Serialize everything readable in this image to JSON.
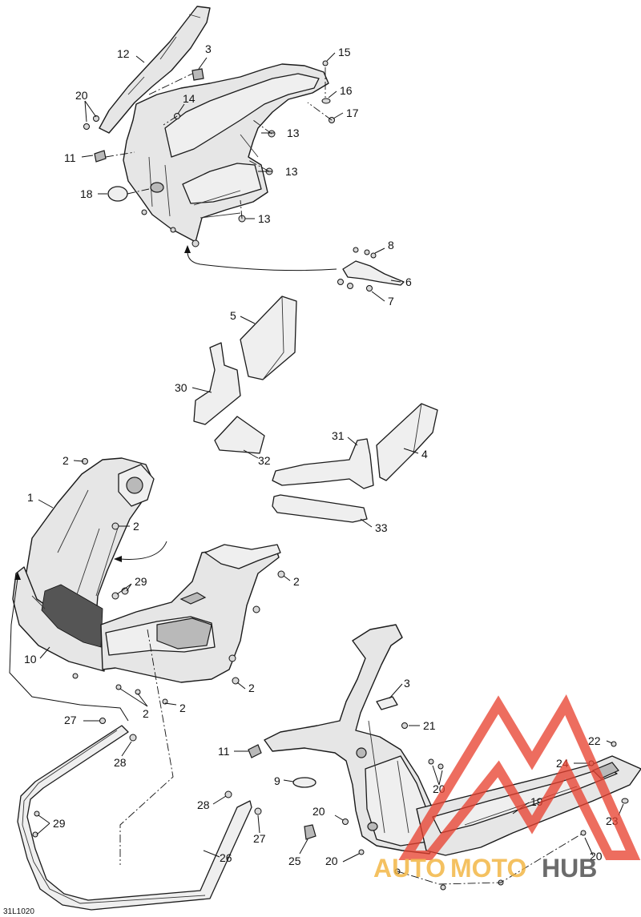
{
  "diagram": {
    "reference_code": "31L1020",
    "watermark": {
      "text_auto": "AUTO",
      "text_moto": "MOTO",
      "text_hub": "HUB",
      "accent_color": "#f2b33d",
      "logo_color": "#e8412f",
      "hub_color": "#4a4a4a"
    },
    "callouts": [
      {
        "id": "c12a",
        "label": "12"
      },
      {
        "id": "c3a",
        "label": "3"
      },
      {
        "id": "c15",
        "label": "15"
      },
      {
        "id": "c16",
        "label": "16"
      },
      {
        "id": "c20a",
        "label": "20"
      },
      {
        "id": "c14",
        "label": "14"
      },
      {
        "id": "c17",
        "label": "17"
      },
      {
        "id": "c13a",
        "label": "13"
      },
      {
        "id": "c11a",
        "label": "11"
      },
      {
        "id": "c13b",
        "label": "13"
      },
      {
        "id": "c18",
        "label": "18"
      },
      {
        "id": "c13c",
        "label": "13"
      },
      {
        "id": "c8",
        "label": "8"
      },
      {
        "id": "c6",
        "label": "6"
      },
      {
        "id": "c7",
        "label": "7"
      },
      {
        "id": "c5",
        "label": "5"
      },
      {
        "id": "c30",
        "label": "30"
      },
      {
        "id": "c31",
        "label": "31"
      },
      {
        "id": "c4",
        "label": "4"
      },
      {
        "id": "c32",
        "label": "32"
      },
      {
        "id": "c33",
        "label": "33"
      },
      {
        "id": "c2a",
        "label": "2"
      },
      {
        "id": "c1",
        "label": "1"
      },
      {
        "id": "c2b",
        "label": "2"
      },
      {
        "id": "c29a",
        "label": "29"
      },
      {
        "id": "c2c",
        "label": "2"
      },
      {
        "id": "c10",
        "label": "10"
      },
      {
        "id": "c2d",
        "label": "2"
      },
      {
        "id": "c2e",
        "label": "2"
      },
      {
        "id": "c2f",
        "label": "2"
      },
      {
        "id": "c3b",
        "label": "3"
      },
      {
        "id": "c27a",
        "label": "27"
      },
      {
        "id": "c28a",
        "label": "28"
      },
      {
        "id": "c21",
        "label": "21"
      },
      {
        "id": "c11b",
        "label": "11"
      },
      {
        "id": "c22",
        "label": "22"
      },
      {
        "id": "c24",
        "label": "24"
      },
      {
        "id": "c9",
        "label": "9"
      },
      {
        "id": "c20b",
        "label": "20"
      },
      {
        "id": "c19",
        "label": "19"
      },
      {
        "id": "c28b",
        "label": "28"
      },
      {
        "id": "c23",
        "label": "23"
      },
      {
        "id": "c29b",
        "label": "29"
      },
      {
        "id": "c20c",
        "label": "20"
      },
      {
        "id": "c27b",
        "label": "27"
      },
      {
        "id": "c25",
        "label": "25"
      },
      {
        "id": "c20d",
        "label": "20"
      },
      {
        "id": "c20e",
        "label": "20"
      },
      {
        "id": "c26",
        "label": "26"
      }
    ]
  }
}
